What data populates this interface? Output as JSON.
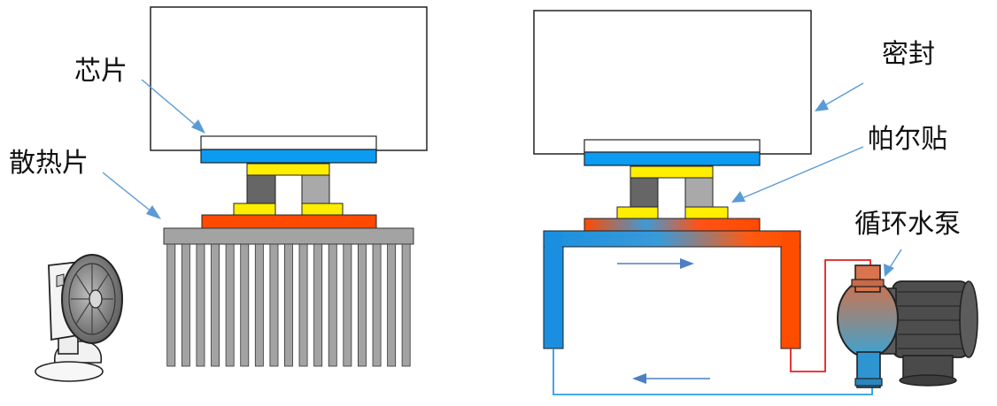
{
  "labels": {
    "chip": "芯片",
    "heatsink": "散热片",
    "seal": "密封",
    "peltier": "帕尔贴",
    "pump": "循环水泵"
  },
  "colors": {
    "chip_blue": "#0b9bf2",
    "thermal_yellow": "#ffee00",
    "hot_plate": "#ff4a00",
    "heatsink_gray": "#a3a3a3",
    "pipe_cold": "#1a8fe0",
    "pipe_hot": "#ff4d00",
    "arrow_blue": "#4d7fc4"
  },
  "heatsink_fin_count": 17
}
